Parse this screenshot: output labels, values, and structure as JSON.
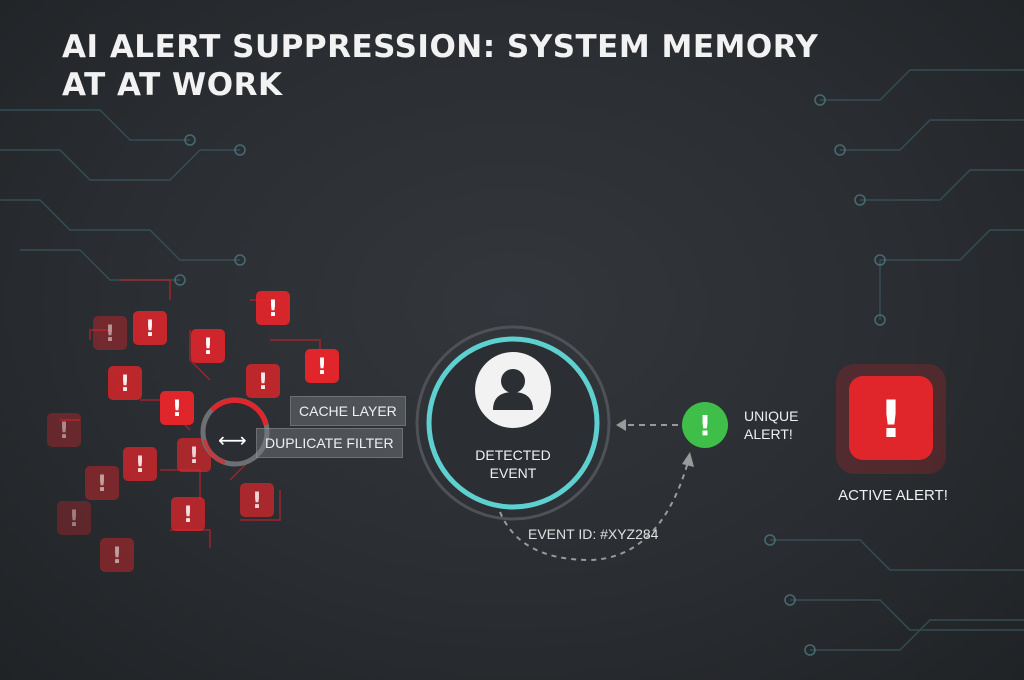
{
  "title": "AI ALERT SUPPRESSION: SYSTEM MEMORY AT AT WORK",
  "filter": {
    "cache_label": "CACHE LAYER",
    "duplicate_label": "DUPLICATE FILTER",
    "arrow_glyph": "⟷"
  },
  "event": {
    "label_line1": "DETECTED",
    "label_line2": "EVENT",
    "id_text": "EVENT ID: #XYZ284"
  },
  "unique": {
    "line1": "UNIQUE",
    "line2": "ALERT!",
    "glyph": "!"
  },
  "active": {
    "label": "ACTIVE ALERT!",
    "glyph": "!"
  },
  "alert_glyph": "!",
  "colors": {
    "alert_red": "#e0262b",
    "ring_cyan": "#5fd0d0",
    "unique_green": "#3fbf4a",
    "circuit": "#3a5a60"
  },
  "icons": {
    "event": "user-icon",
    "alert": "exclamation-icon",
    "link": "double-arrow-icon"
  }
}
